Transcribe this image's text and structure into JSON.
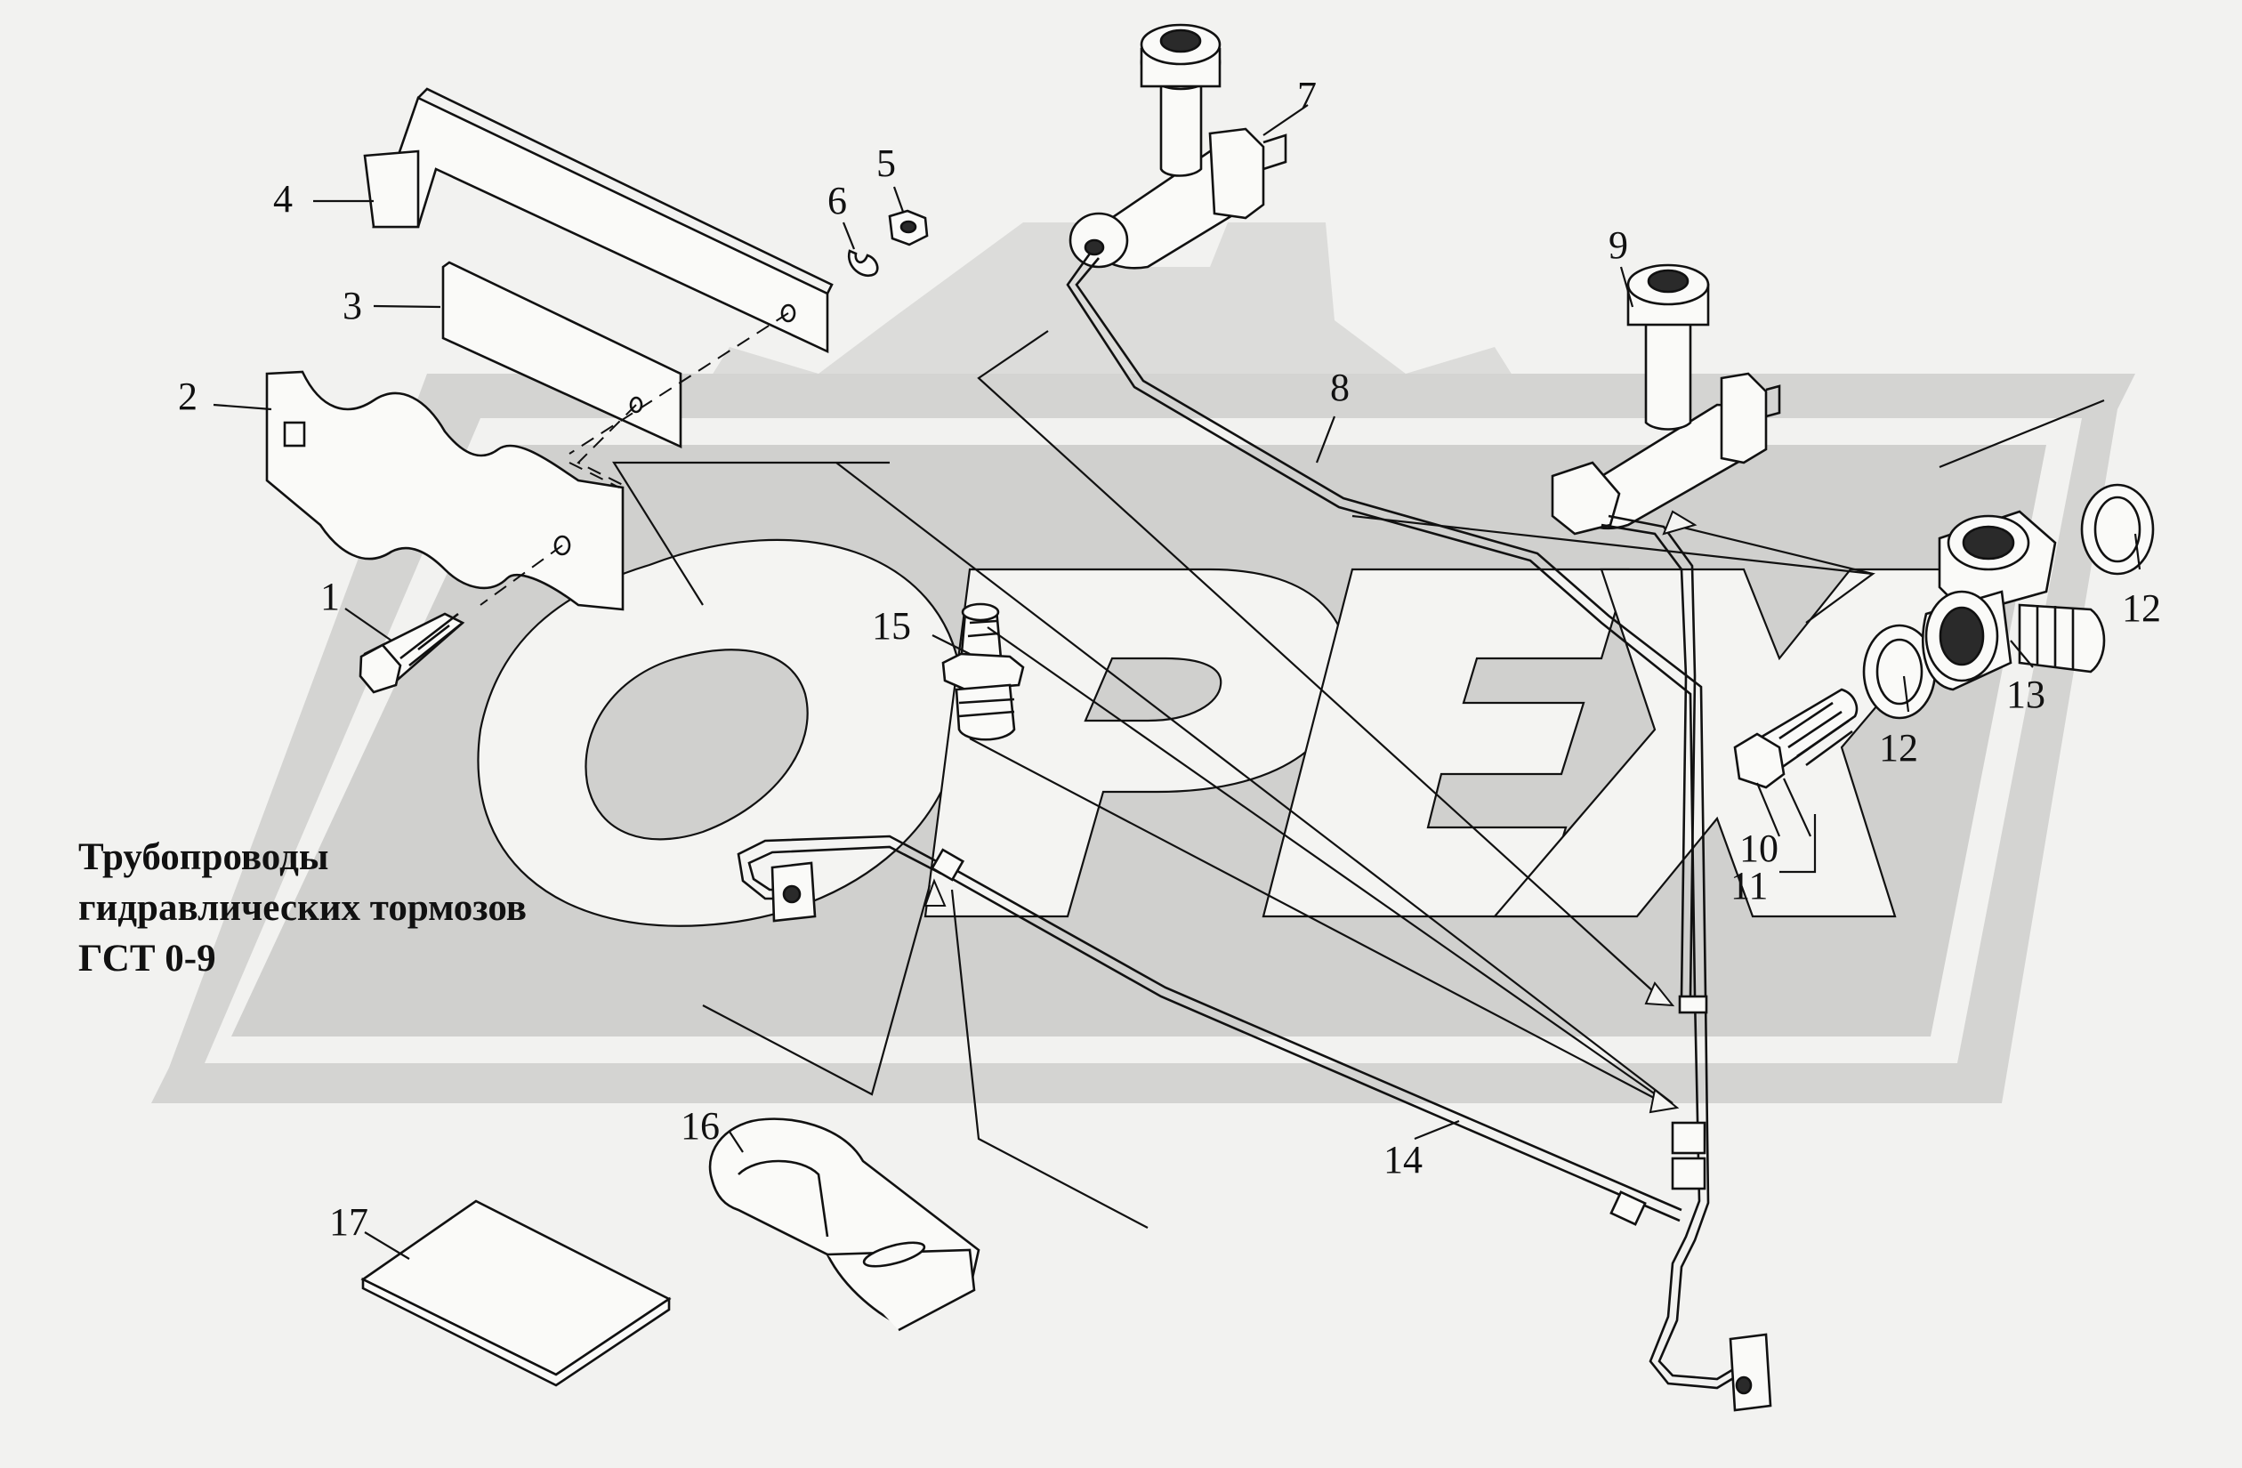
{
  "title": {
    "line1": "Трубопроводы",
    "line2": "гидравлических тормозов",
    "line3": "ГСТ 0-9"
  },
  "watermark": {
    "text": "OPEX",
    "color": "#dcdcda"
  },
  "colors": {
    "background": "#f2f2f0",
    "ink": "#111111",
    "part_fill": "#fafaf8"
  },
  "callouts": [
    {
      "id": "1",
      "label": "1"
    },
    {
      "id": "2",
      "label": "2"
    },
    {
      "id": "3",
      "label": "3"
    },
    {
      "id": "4",
      "label": "4"
    },
    {
      "id": "5",
      "label": "5"
    },
    {
      "id": "6",
      "label": "6"
    },
    {
      "id": "7",
      "label": "7"
    },
    {
      "id": "8",
      "label": "8"
    },
    {
      "id": "9",
      "label": "9"
    },
    {
      "id": "10",
      "label": "10"
    },
    {
      "id": "11",
      "label": "11"
    },
    {
      "id": "12a",
      "label": "12"
    },
    {
      "id": "12b",
      "label": "12"
    },
    {
      "id": "13",
      "label": "13"
    },
    {
      "id": "14",
      "label": "14"
    },
    {
      "id": "15",
      "label": "15"
    },
    {
      "id": "16",
      "label": "16"
    },
    {
      "id": "17",
      "label": "17"
    }
  ]
}
